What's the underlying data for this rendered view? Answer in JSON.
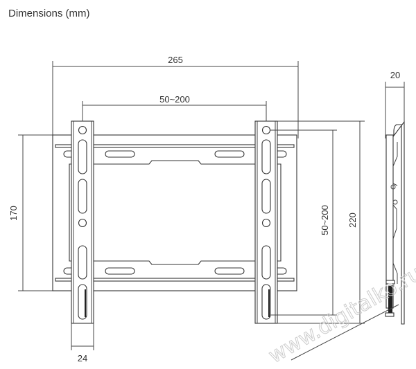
{
  "title": "Dimensions (mm)",
  "dimensions": {
    "overall_width": "265",
    "vesa_horizontal": "50~200",
    "plate_height": "170",
    "strip_width": "24",
    "vesa_vertical": "50~200",
    "overall_height": "220",
    "depth": "20"
  },
  "watermark": "www.digitalko.ru"
}
